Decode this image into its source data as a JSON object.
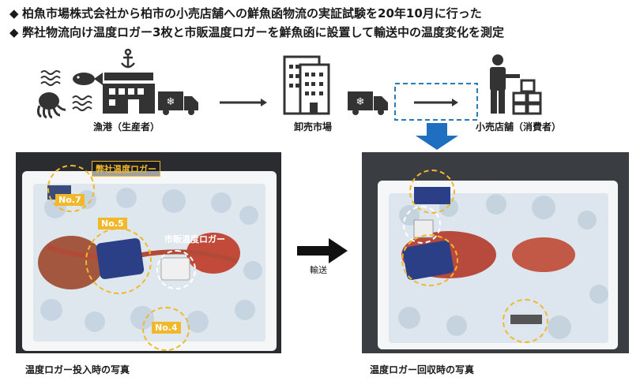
{
  "bullets": [
    {
      "mark": "◆",
      "text": "柏魚市場株式会社から柏市の小売店舗への鮮魚函物流の実証試験を20年10月に行った"
    },
    {
      "mark": "◆",
      "text": "弊社物流向け温度ロガー3枚と市販温度ロガーを鮮魚函に設置して輸送中の温度変化を測定"
    }
  ],
  "flow": {
    "stage1_label": "漁港（生産者）",
    "stage2_label": "卸売市場",
    "stage3_label": "小売店舗（消費者）"
  },
  "photo_before": {
    "caption": "温度ロガー投入時の写真",
    "callout_company": "弊社温度ロガー",
    "callout_no7": "No.7",
    "callout_no5": "No.5",
    "callout_no4": "No.4",
    "callout_commercial": "市販温度ロガー"
  },
  "transport_label": "輸送",
  "photo_after": {
    "caption": "温度ロガー回収時の写真"
  },
  "colors": {
    "dark_icon": "#333333",
    "highlight_dashed": "#2a7ab8",
    "down_arrow": "#1f6fc0",
    "callout": "#f2b82a"
  },
  "icons": [
    "waves-icon",
    "fish-icon",
    "octopus-icon",
    "anchor-icon",
    "factory-icon",
    "refrigerated-truck-icon",
    "arrow-right-icon",
    "building-icon",
    "worker-with-boxes-icon",
    "down-arrow-icon"
  ]
}
